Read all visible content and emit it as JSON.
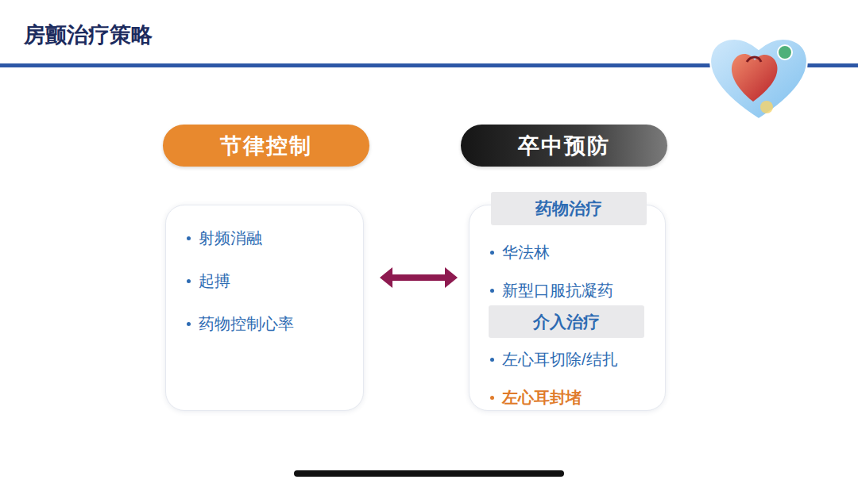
{
  "diagram": {
    "title": "房颤治疗策略",
    "nodes": [
      {
        "text": [
          "节律控制"
        ]
      },
      {
        "text": [
          "射频消融",
          "起搏",
          "药物控制心率"
        ]
      },
      {
        "text": [
          "卒中预防"
        ]
      },
      {
        "text": [
          "华法林",
          "新型口服抗凝药",
          "左心耳切除/结扎",
          "左心耳封堵"
        ]
      },
      {
        "text": [
          "药物治疗"
        ],
        "in": 3
      },
      {
        "text": [
          "介入治疗"
        ],
        "in": 3
      }
    ],
    "edges": [
      {
        "from": 1,
        "to": 3,
        "arrow": "both"
      }
    ]
  }
}
